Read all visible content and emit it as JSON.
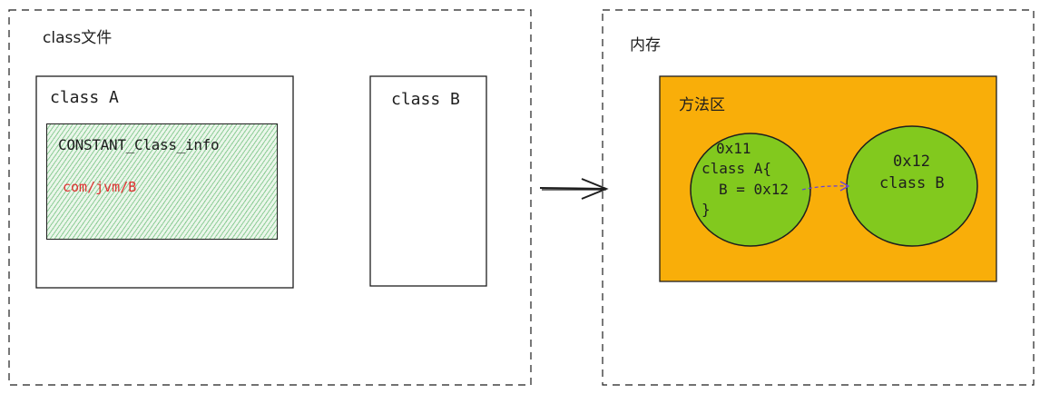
{
  "left_panel": {
    "title": "class文件",
    "class_a": {
      "title": "class A",
      "constant": {
        "title": "CONSTANT_Class_info",
        "value": "com/jvm/B"
      }
    },
    "class_b": {
      "title": "class B"
    }
  },
  "right_panel": {
    "title": "内存",
    "method_area": {
      "title": "方法区",
      "circle_a": {
        "addr": "0x11",
        "line1": "class A{",
        "line2": "B = 0x12",
        "line3": "}"
      },
      "circle_b": {
        "addr": "0x12",
        "label": "class B"
      }
    }
  },
  "colors": {
    "stroke": "#1e1e1e",
    "method_area_fill": "#f9ae09",
    "circle_fill": "#82c91e",
    "hatch": "#40c057",
    "reference_text": "#e03131",
    "reference_arrow": "#6741d9"
  }
}
